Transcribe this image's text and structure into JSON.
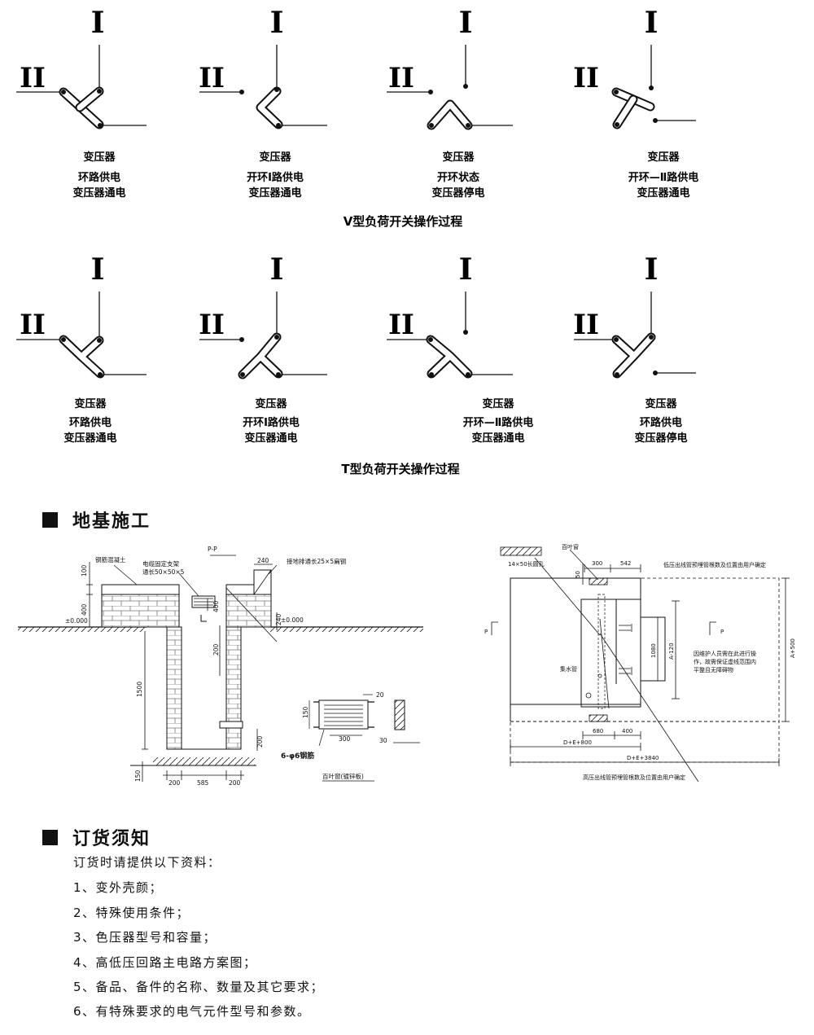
{
  "switch_diagrams": {
    "terminal_top": "I",
    "terminal_left": "II",
    "v_type": {
      "title": "V型负荷开关操作过程",
      "items": [
        {
          "label": "变压器",
          "line1": "环路供电",
          "line2": "变压器通电"
        },
        {
          "label": "变压器",
          "line1": "开环Ⅰ路供电",
          "line2": "变压器通电"
        },
        {
          "label": "变压器",
          "line1": "开环状态",
          "line2": "变压器停电"
        },
        {
          "label": "变压器",
          "line1": "开环—Ⅱ路供电",
          "line2": "变压器通电"
        }
      ]
    },
    "t_type": {
      "title": "T型负荷开关操作过程",
      "items": [
        {
          "label": "变压器",
          "line1": "环路供电",
          "line2": "变压器通电"
        },
        {
          "label": "变压器",
          "line1": "开环Ⅰ路供电",
          "line2": "变压器通电"
        },
        {
          "label": "变压器",
          "line1": "开环—Ⅱ路供电",
          "line2": "变压器通电"
        },
        {
          "label": "变压器",
          "line1": "环路供电",
          "line2": "变压器停电"
        }
      ]
    }
  },
  "foundation": {
    "heading": "地基施工",
    "section_view": {
      "section_mark": "P-P",
      "labels": {
        "concrete": "钢筋混凝土",
        "cable_bracket_1": "电缆固定支架",
        "cable_bracket_2": "通长50×50×5",
        "ground_flat_steel": "接地排通长25×5扁钢",
        "level_left": "±0.000",
        "level_right": "±0.000",
        "rebar": "6-φ6钢筋",
        "louver_caption": "百叶窗(镀锌板)"
      },
      "dims": [
        "240",
        "100",
        "400",
        "1500",
        "200",
        "240",
        "200",
        "585",
        "200",
        "150",
        "200",
        "150",
        "300",
        "20",
        "30",
        "200"
      ]
    },
    "plan_view": {
      "labels": {
        "hole": "14×50长圆孔",
        "louver": "百叶窗",
        "lv_note": "低压出线管预埋管根数及位置由用户确定",
        "hv_note": "高压出线管预埋管根数及位置由用户确定",
        "drain": "集水管",
        "maint_note_1": "因维护人员需在此进行操",
        "maint_note_2": "作，故需保证虚线范围内",
        "maint_note_3": "平整且无障碍物",
        "p_left": "P",
        "p_right": "P"
      },
      "dims": [
        "50",
        "300",
        "542",
        "A+500",
        "1080",
        "A-120",
        "680",
        "400",
        "D+E+800",
        "D+E+3840"
      ]
    }
  },
  "ordering": {
    "heading": "订货须知",
    "intro": "订货时请提供以下资料：",
    "items": [
      "1、变外壳颜；",
      "2、特殊使用条件；",
      "3、色压器型号和容量；",
      "4、高低压回路主电路方案图；",
      "5、备品、备件的名称、数量及其它要求；",
      "6、有特殊要求的电气元件型号和参数。"
    ]
  }
}
